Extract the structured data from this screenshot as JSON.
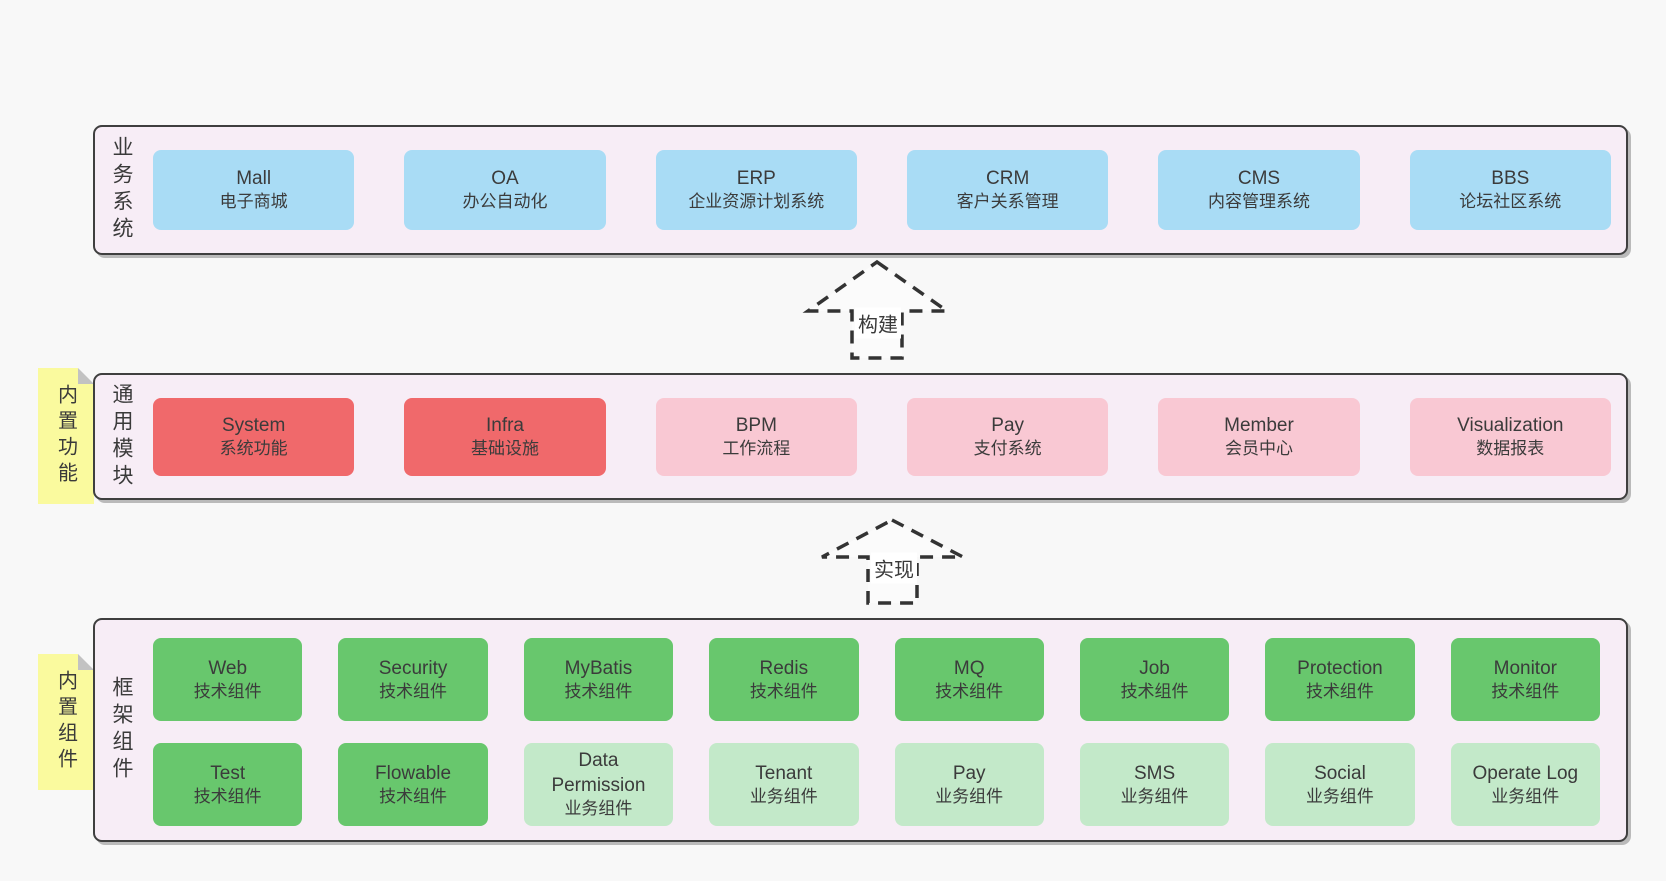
{
  "colors": {
    "pageBg": "#f8f8f8",
    "bandFill": "#f7edf6",
    "bandBorder": "#3f3f3f",
    "text": "#3b3b3b",
    "blue": "#a9dcf5",
    "red": "#f0696b",
    "pink": "#f9c8d3",
    "greenDark": "#68c76d",
    "greenLight": "#c3e9c9",
    "noteYellow": "#fafa9e",
    "foldGray": "#c2c2c2",
    "arrowDash": "#333333"
  },
  "bands": [
    {
      "id": "business-systems",
      "label": "业务系统",
      "boxes": [
        {
          "title": "Mall",
          "subtitle": "电子商城"
        },
        {
          "title": "OA",
          "subtitle": "办公自动化"
        },
        {
          "title": "ERP",
          "subtitle": "企业资源计划系统"
        },
        {
          "title": "CRM",
          "subtitle": "客户关系管理"
        },
        {
          "title": "CMS",
          "subtitle": "内容管理系统"
        },
        {
          "title": "BBS",
          "subtitle": "论坛社区系统"
        }
      ]
    },
    {
      "id": "common-modules",
      "label": "通用模块",
      "note": "内置功能",
      "boxes": [
        {
          "title": "System",
          "subtitle": "系统功能"
        },
        {
          "title": "Infra",
          "subtitle": "基础设施"
        },
        {
          "title": "BPM",
          "subtitle": "工作流程"
        },
        {
          "title": "Pay",
          "subtitle": "支付系统"
        },
        {
          "title": "Member",
          "subtitle": "会员中心"
        },
        {
          "title": "Visualization",
          "subtitle": "数据报表"
        }
      ]
    },
    {
      "id": "framework-components",
      "label": "框架组件",
      "note": "内置组件",
      "rows": [
        {
          "boxes": [
            {
              "title": "Web",
              "subtitle": "技术组件"
            },
            {
              "title": "Security",
              "subtitle": "技术组件"
            },
            {
              "title": "MyBatis",
              "subtitle": "技术组件"
            },
            {
              "title": "Redis",
              "subtitle": "技术组件"
            },
            {
              "title": "MQ",
              "subtitle": "技术组件"
            },
            {
              "title": "Job",
              "subtitle": "技术组件"
            },
            {
              "title": "Protection",
              "subtitle": "技术组件"
            },
            {
              "title": "Monitor",
              "subtitle": "技术组件"
            }
          ]
        },
        {
          "boxes": [
            {
              "title": "Test",
              "subtitle": "技术组件"
            },
            {
              "title": "Flowable",
              "subtitle": "技术组件"
            },
            {
              "title": "Data\nPermission",
              "subtitle": "业务组件"
            },
            {
              "title": "Tenant",
              "subtitle": "业务组件"
            },
            {
              "title": "Pay",
              "subtitle": "业务组件"
            },
            {
              "title": "SMS",
              "subtitle": "业务组件"
            },
            {
              "title": "Social",
              "subtitle": "业务组件"
            },
            {
              "title": "Operate Log",
              "subtitle": "业务组件"
            }
          ]
        }
      ]
    }
  ],
  "arrows": [
    {
      "label": "构建"
    },
    {
      "label": "实现"
    }
  ]
}
